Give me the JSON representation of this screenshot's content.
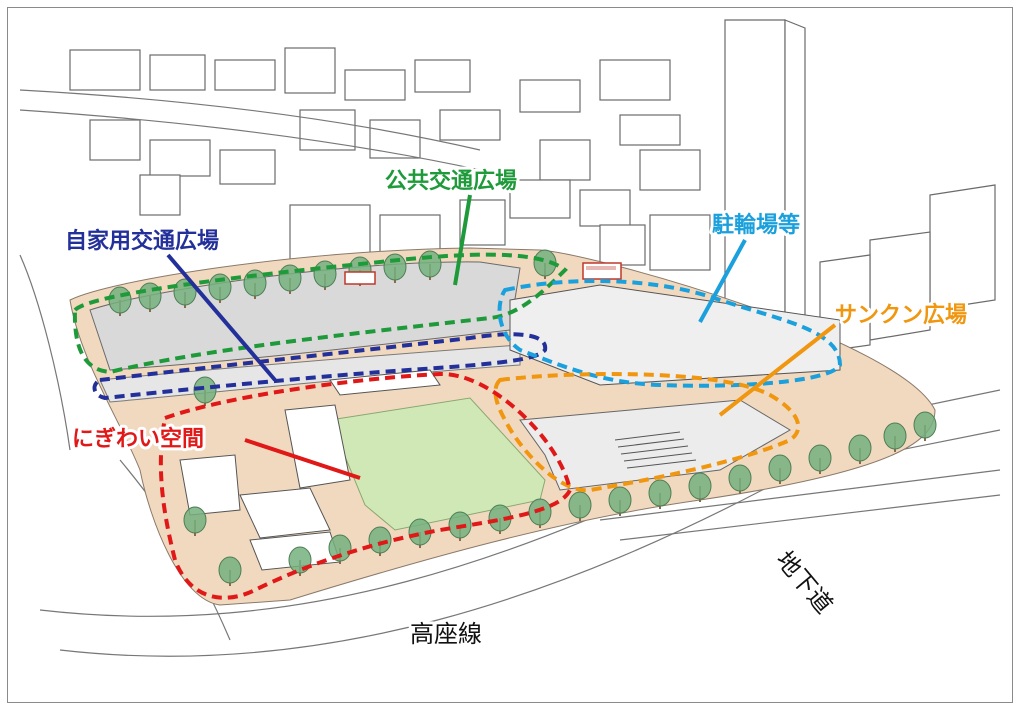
{
  "labels": {
    "public_transport_plaza": "公共交通広場",
    "private_transport_plaza": "自家用交通広場",
    "bicycle_parking": "駐輪場等",
    "sunken_plaza": "サンクン広場",
    "bustling_space": "にぎわい空間",
    "road": "高座線",
    "underpass": "地下道"
  },
  "colors": {
    "public_transport_plaza": "#1e9a3a",
    "private_transport_plaza": "#23309a",
    "bicycle_parking": "#1aa0dc",
    "sunken_plaza": "#f0960f",
    "bustling_space": "#e01818",
    "plaza_floor": "#f1d9bf",
    "lawn": "#cfe8b6",
    "tree": "#74b07e"
  }
}
